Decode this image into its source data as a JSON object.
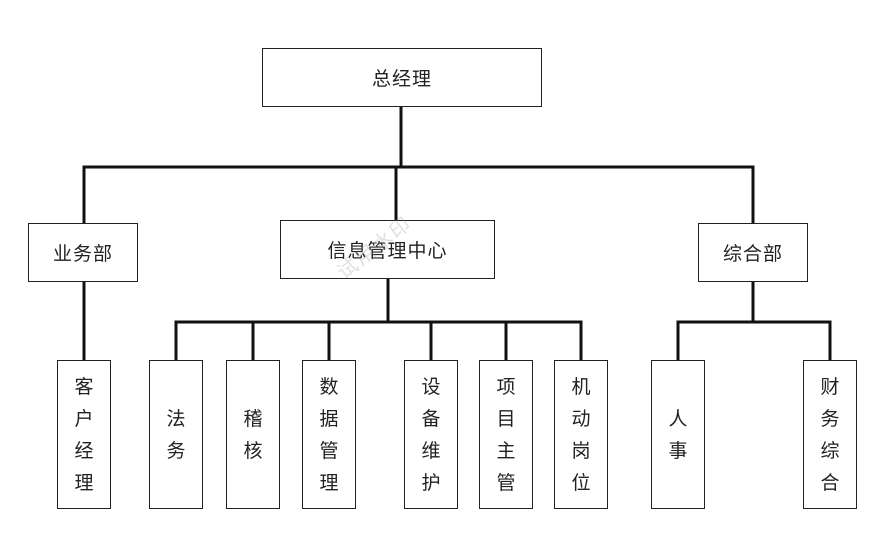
{
  "nodes": {
    "ceo": "总经理",
    "business_dept": "业务部",
    "info_center": "信息管理中心",
    "general_dept": "综合部",
    "customer_manager": "客户经理",
    "legal": "法务",
    "audit": "稽核",
    "data_management": "数据管理",
    "equipment_maintenance": "设备维护",
    "project_supervisor": "项目主管",
    "mobile_post": "机动岗位",
    "hr": "人事",
    "finance_general": "财务综合"
  },
  "watermark": "试用水印"
}
